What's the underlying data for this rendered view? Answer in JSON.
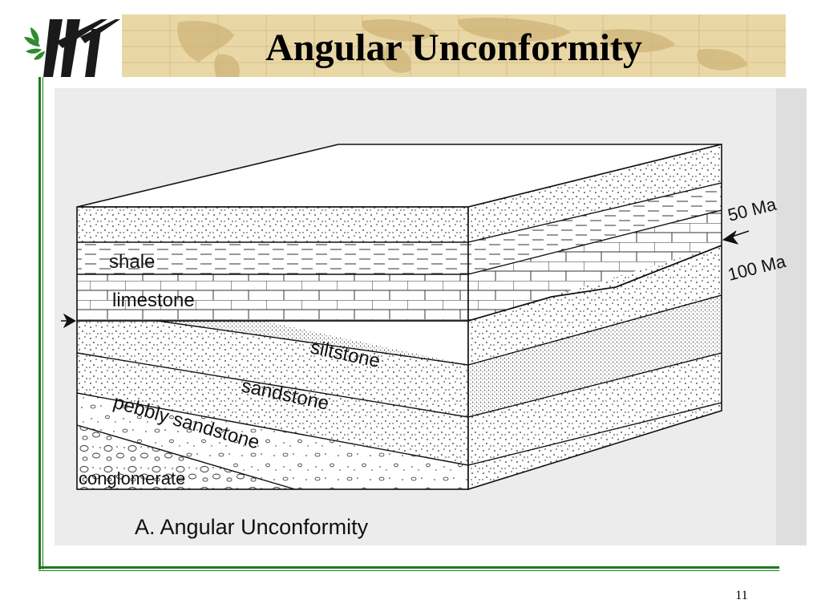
{
  "slide": {
    "title": "Angular Unconformity",
    "page_number": "11"
  },
  "figure": {
    "caption": "A. Angular Unconformity",
    "layer_labels": {
      "shale": "shale",
      "limestone": "limestone",
      "siltstone": "siltstone",
      "sandstone": "sandstone",
      "pebbly_sandstone": "pebbly sandstone",
      "conglomerate": "conglomerate"
    },
    "age_labels": {
      "upper": "50 Ma",
      "lower": "100 Ma"
    }
  },
  "colors": {
    "title_band": "#e9d7a6",
    "frame_green": "#1f7a1f",
    "logo_green": "#2e8b2e",
    "figure_paper": "#ececec"
  },
  "icons": [
    "leaf-logo-icon",
    "arrow-right-icon",
    "arrow-left-icon"
  ]
}
